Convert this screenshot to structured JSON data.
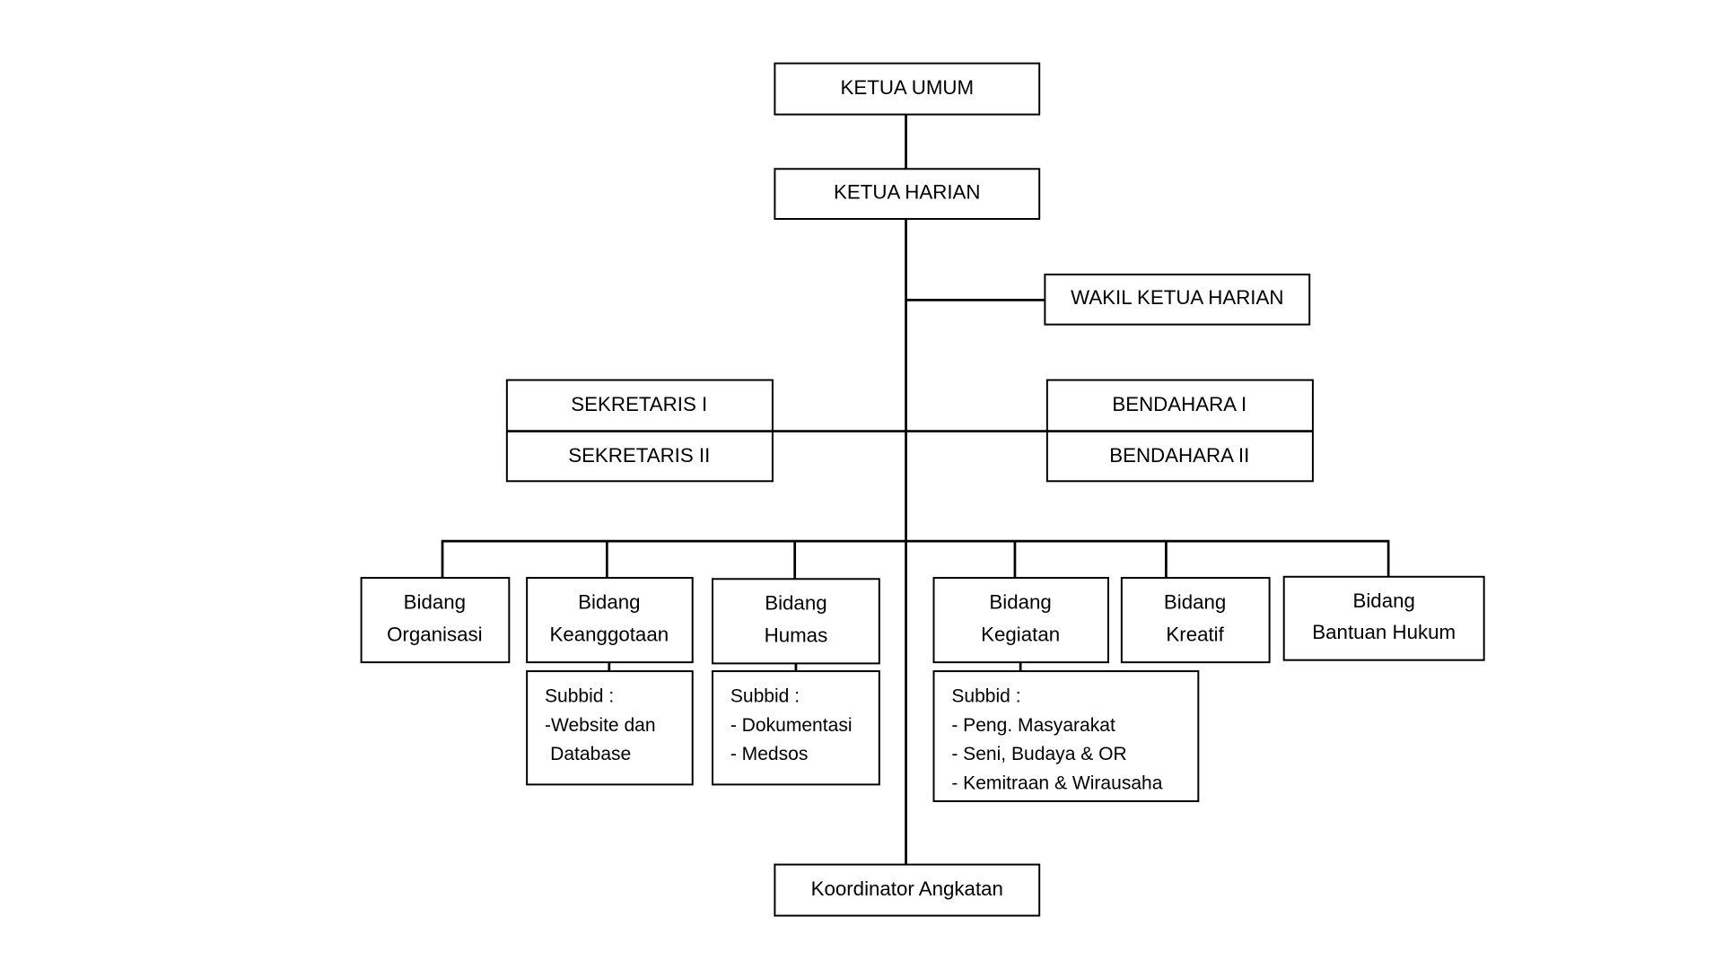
{
  "chart": {
    "ketua_umum": "KETUA UMUM",
    "ketua_harian": "KETUA HARIAN",
    "wakil_ketua_harian": "WAKIL KETUA HARIAN",
    "sekretaris_1": "SEKRETARIS I",
    "sekretaris_2": "SEKRETARIS II",
    "bendahara_1": "BENDAHARA I",
    "bendahara_2": "BENDAHARA II",
    "bidang": [
      {
        "line1": "Bidang",
        "line2": "Organisasi"
      },
      {
        "line1": "Bidang",
        "line2": "Keanggotaan"
      },
      {
        "line1": "Bidang",
        "line2": "Humas"
      },
      {
        "line1": "Bidang",
        "line2": "Kegiatan"
      },
      {
        "line1": "Bidang",
        "line2": "Kreatif"
      },
      {
        "line1": "Bidang",
        "line2": "Bantuan Hukum"
      }
    ],
    "subbid_keanggotaan": [
      "Subbid :",
      "-Website dan",
      " Database"
    ],
    "subbid_humas": [
      "Subbid :",
      "- Dokumentasi",
      "- Medsos"
    ],
    "subbid_kegiatan": [
      "Subbid :",
      "- Peng. Masyarakat",
      "- Seni, Budaya & OR",
      "- Kemitraan & Wirausaha"
    ],
    "koordinator_angkatan": "Koordinator Angkatan"
  }
}
